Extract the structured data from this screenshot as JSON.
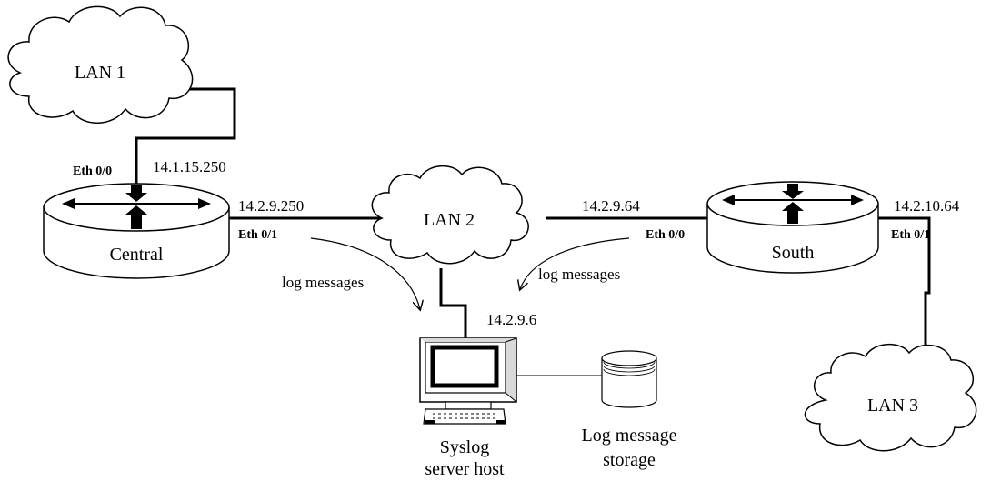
{
  "lan1": {
    "label": "LAN 1"
  },
  "lan2": {
    "label": "LAN 2"
  },
  "lan3": {
    "label": "LAN 3"
  },
  "central": {
    "label": "Central",
    "eth0_label": "Eth 0/0",
    "eth0_ip": "14.1.15.250",
    "eth1_label": "Eth 0/1",
    "eth1_ip": "14.2.9.250"
  },
  "south": {
    "label": "South",
    "eth0_label": "Eth 0/0",
    "eth0_ip": "14.2.9.64",
    "eth1_label": "Eth 0/1",
    "eth1_ip": "14.2.10.64"
  },
  "syslog": {
    "ip": "14.2.9.6",
    "label_line1": "Syslog",
    "label_line2": "server host"
  },
  "storage": {
    "label_line1": "Log message",
    "label_line2": "storage"
  },
  "flows": {
    "left_label": "log messages",
    "right_label": "log messages"
  }
}
